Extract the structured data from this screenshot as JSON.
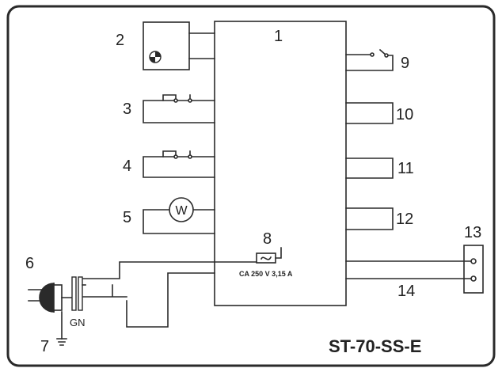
{
  "diagram": {
    "labels": {
      "controller": "1",
      "motor": "2",
      "switch_a": "3",
      "switch_b": "4",
      "heater": "5",
      "plug": "6",
      "ground": "7",
      "fuse": "8",
      "switch_9": "9",
      "out_10": "10",
      "out_11": "11",
      "out_12": "12",
      "terminal": "13",
      "line_14": "14"
    },
    "fuse_rating": "CA 250 V 3,15 A",
    "ground_code": "GN",
    "heater_symbol": "W",
    "model": "ST-70-SS-E"
  }
}
